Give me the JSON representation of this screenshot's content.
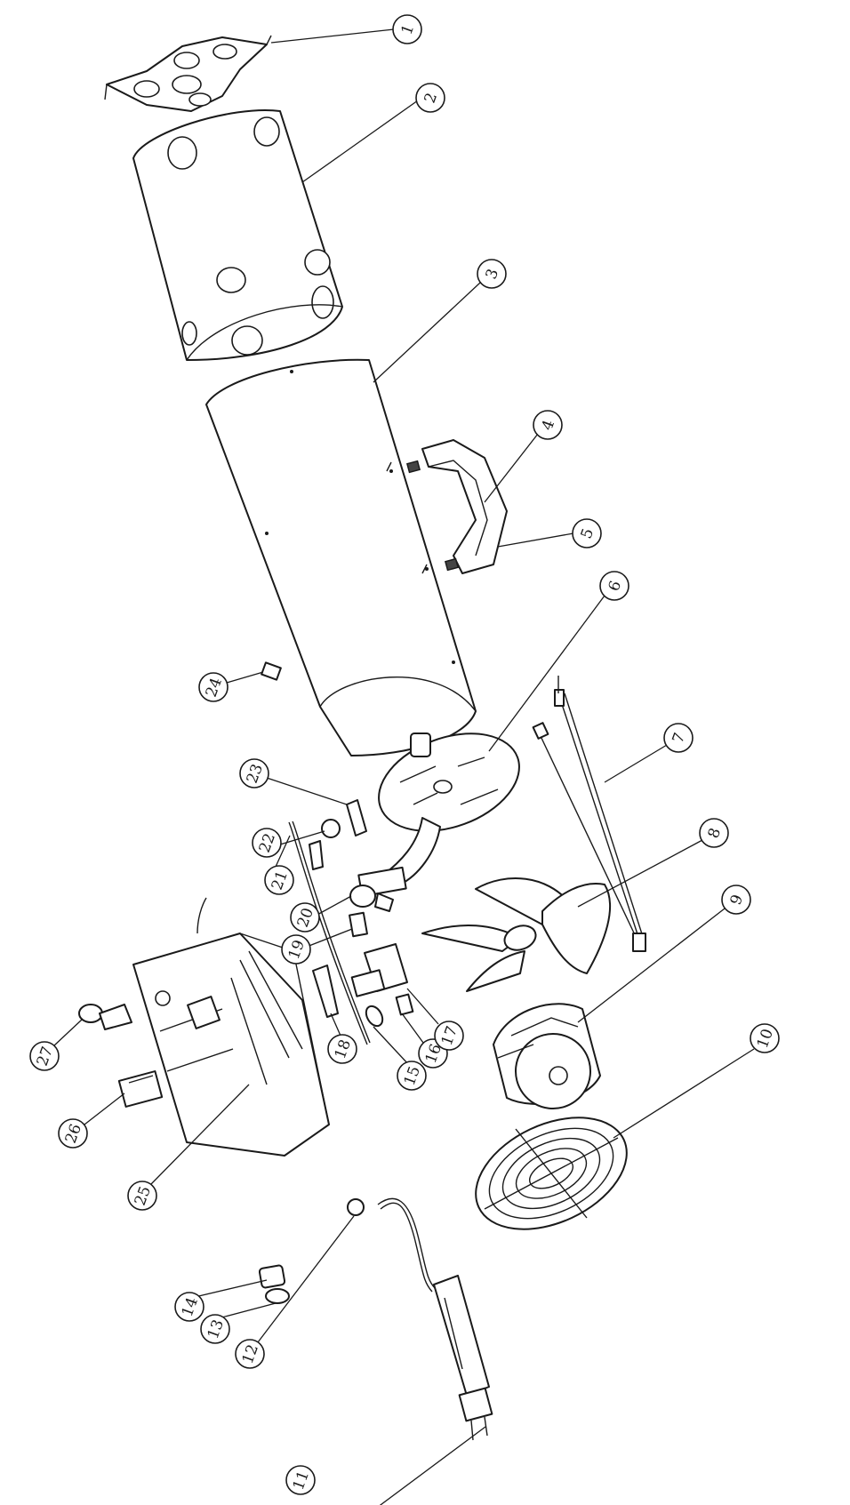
{
  "callouts": [
    {
      "id": "1"
    },
    {
      "id": "2"
    },
    {
      "id": "3"
    },
    {
      "id": "4"
    },
    {
      "id": "5"
    },
    {
      "id": "6"
    },
    {
      "id": "7"
    },
    {
      "id": "8"
    },
    {
      "id": "9"
    },
    {
      "id": "10"
    },
    {
      "id": "11"
    },
    {
      "id": "12"
    },
    {
      "id": "13"
    },
    {
      "id": "14"
    },
    {
      "id": "15"
    },
    {
      "id": "16"
    },
    {
      "id": "17"
    },
    {
      "id": "18"
    },
    {
      "id": "19"
    },
    {
      "id": "20"
    },
    {
      "id": "21"
    },
    {
      "id": "22"
    },
    {
      "id": "23"
    },
    {
      "id": "24"
    },
    {
      "id": "25"
    },
    {
      "id": "26"
    },
    {
      "id": "27"
    }
  ]
}
